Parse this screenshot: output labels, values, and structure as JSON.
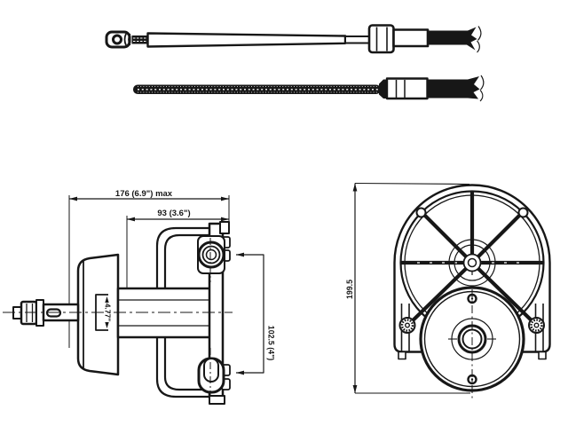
{
  "colors": {
    "background": "#ffffff",
    "ink": "#171717"
  },
  "views": {
    "side": {
      "dim_width_max": "176 (6.9\") max",
      "dim_mount_width": "93 (3.6\")",
      "dim_shaft": "4.77\"",
      "dim_cable_spacing": "102.5 (4\")"
    },
    "front": {
      "dim_height": "199.5"
    }
  }
}
